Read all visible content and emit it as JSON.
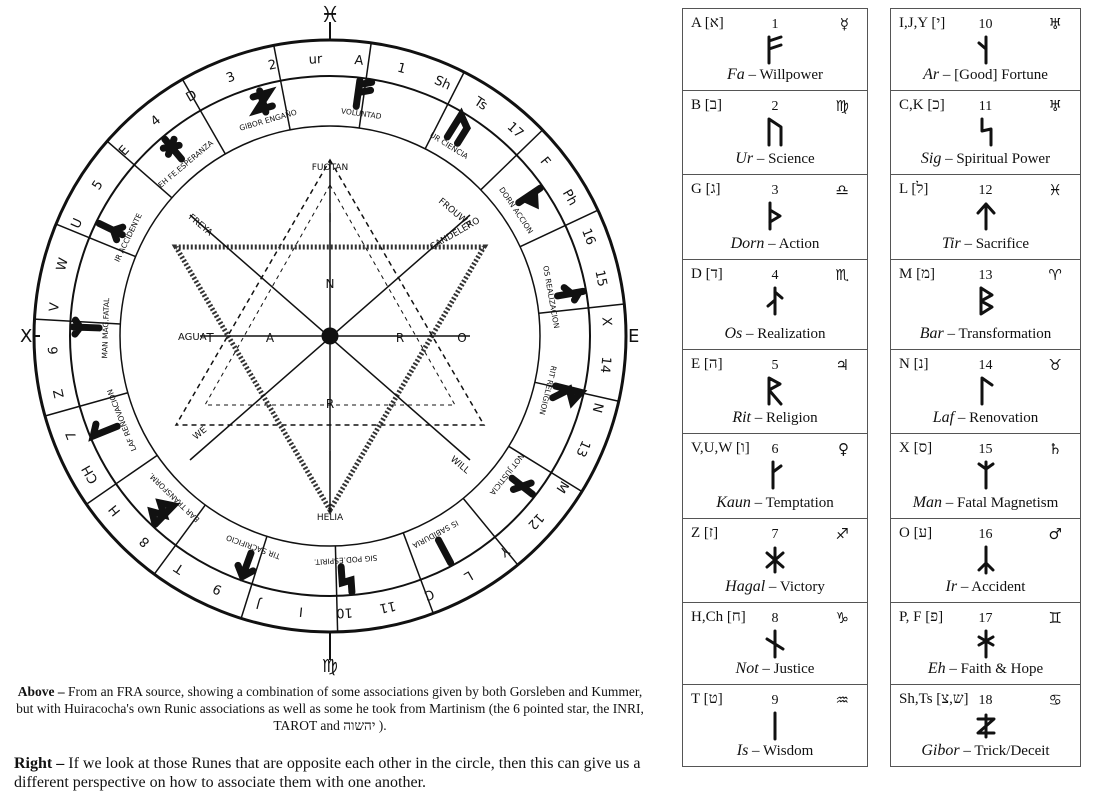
{
  "wheel": {
    "top_symbol": "♓",
    "bottom_symbol": "♍",
    "left_label": "X",
    "right_label": "E",
    "inner_left": "AGUA",
    "inner_right": "CANDELERO",
    "arm_labels": [
      "FREYA",
      "FROUWA",
      "WE",
      "WILL"
    ],
    "center_top": "FUOTAN",
    "center_bottom": "HELIA",
    "inri": [
      "I",
      "N",
      "R",
      "I"
    ],
    "tarot": [
      "T",
      "A",
      "R",
      "O"
    ],
    "ring_runes": [
      "A",
      "1",
      "Sh",
      "Ts",
      "17",
      "F",
      "Ph",
      "16",
      "15",
      "X",
      "14",
      "N",
      "13",
      "M",
      "12",
      "Y",
      "L",
      "C",
      "11",
      "10",
      "I",
      "J",
      "9",
      "T",
      "8",
      "H",
      "CH",
      "7",
      "Z",
      "6",
      "V",
      "W",
      "U",
      "5",
      "E",
      "4",
      "D",
      "3",
      "2",
      "ur"
    ],
    "sector_labels": [
      "VOLUNTAD",
      "UR CIENCIA",
      "DORN ACCION",
      "OS REALIZACION",
      "RIT RELIGION",
      "NOT JUSTICIA",
      "IS SABIDURIA",
      "SIG POD.ESPIRIT.",
      "TIR SACRIFICIO",
      "BAR TRANSFORM.",
      "LAF RENOVACION",
      "MAN MAG.FATAL",
      "IR ACCIDENTE",
      "EH FE.ESPERANZA",
      "GIBOR ENGAÑO"
    ]
  },
  "captions": {
    "above_head": "Above –",
    "above_text": "From an FRA source, showing a combination of some associations given by both Gorsleben and Kummer, but with Huiracocha's own Runic associations as well as some he took from Martinism (the 6 pointed star, the INRI, TAROT and יהשוה ).",
    "right_head": "Right –",
    "right_text": "If we look at those Runes that are opposite each other in the circle, then this can give us a different perspective on how to associate them with one another."
  },
  "runes_left": [
    {
      "letters": "A [א]",
      "num": "1",
      "sym": "☿",
      "name": "Fa",
      "meaning": "– Willpower",
      "rune": "fa"
    },
    {
      "letters": "B [ב]",
      "num": "2",
      "sym": "♍",
      "name": "Ur",
      "meaning": "– Science",
      "rune": "ur"
    },
    {
      "letters": "G [ג]",
      "num": "3",
      "sym": "♎",
      "name": "Dorn",
      "meaning": "– Action",
      "rune": "dorn"
    },
    {
      "letters": "D [ד]",
      "num": "4",
      "sym": "♏",
      "name": "Os",
      "meaning": "– Realization",
      "rune": "os"
    },
    {
      "letters": "E [ה]",
      "num": "5",
      "sym": "♃",
      "name": "Rit",
      "meaning": "– Religion",
      "rune": "rit"
    },
    {
      "letters": "V,U,W [ו]",
      "num": "6",
      "sym": "♀",
      "name": "Kaun",
      "meaning": "– Temptation",
      "rune": "kaun"
    },
    {
      "letters": "Z [ז]",
      "num": "7",
      "sym": "♐",
      "name": "Hagal",
      "meaning": "– Victory",
      "rune": "hagal"
    },
    {
      "letters": "H,Ch [ח]",
      "num": "8",
      "sym": "♑",
      "name": "Not",
      "meaning": "– Justice",
      "rune": "not"
    },
    {
      "letters": "T [ט]",
      "num": "9",
      "sym": "♒",
      "name": "Is",
      "meaning": "– Wisdom",
      "rune": "is"
    }
  ],
  "runes_right": [
    {
      "letters": "I,J,Y [י]",
      "num": "10",
      "sym": "♅",
      "name": "Ar",
      "meaning": "– [Good] Fortune",
      "rune": "ar"
    },
    {
      "letters": "C,K [כ]",
      "num": "11",
      "sym": "♅",
      "name": "Sig",
      "meaning": "– Spiritual Power",
      "rune": "sig"
    },
    {
      "letters": "L [ל]",
      "num": "12",
      "sym": "♓",
      "name": "Tir",
      "meaning": "– Sacrifice",
      "rune": "tir"
    },
    {
      "letters": "M [מ]",
      "num": "13",
      "sym": "♈",
      "name": "Bar",
      "meaning": "– Transformation",
      "rune": "bar"
    },
    {
      "letters": "N [נ]",
      "num": "14",
      "sym": "♉",
      "name": "Laf",
      "meaning": "– Renovation",
      "rune": "laf"
    },
    {
      "letters": "X [ס]",
      "num": "15",
      "sym": "♄",
      "name": "Man",
      "meaning": "– Fatal Magnetism",
      "rune": "man"
    },
    {
      "letters": "O [ע]",
      "num": "16",
      "sym": "♂",
      "name": "Ir",
      "meaning": "– Accident",
      "rune": "ir"
    },
    {
      "letters": "P, F [פ]",
      "num": "17",
      "sym": "♊",
      "name": "Eh",
      "meaning": "– Faith & Hope",
      "rune": "eh"
    },
    {
      "letters": "Sh,Ts [ש,צ]",
      "num": "18",
      "sym": "♋",
      "name": "Gibor",
      "meaning": "– Trick/Deceit",
      "rune": "gibor"
    }
  ]
}
